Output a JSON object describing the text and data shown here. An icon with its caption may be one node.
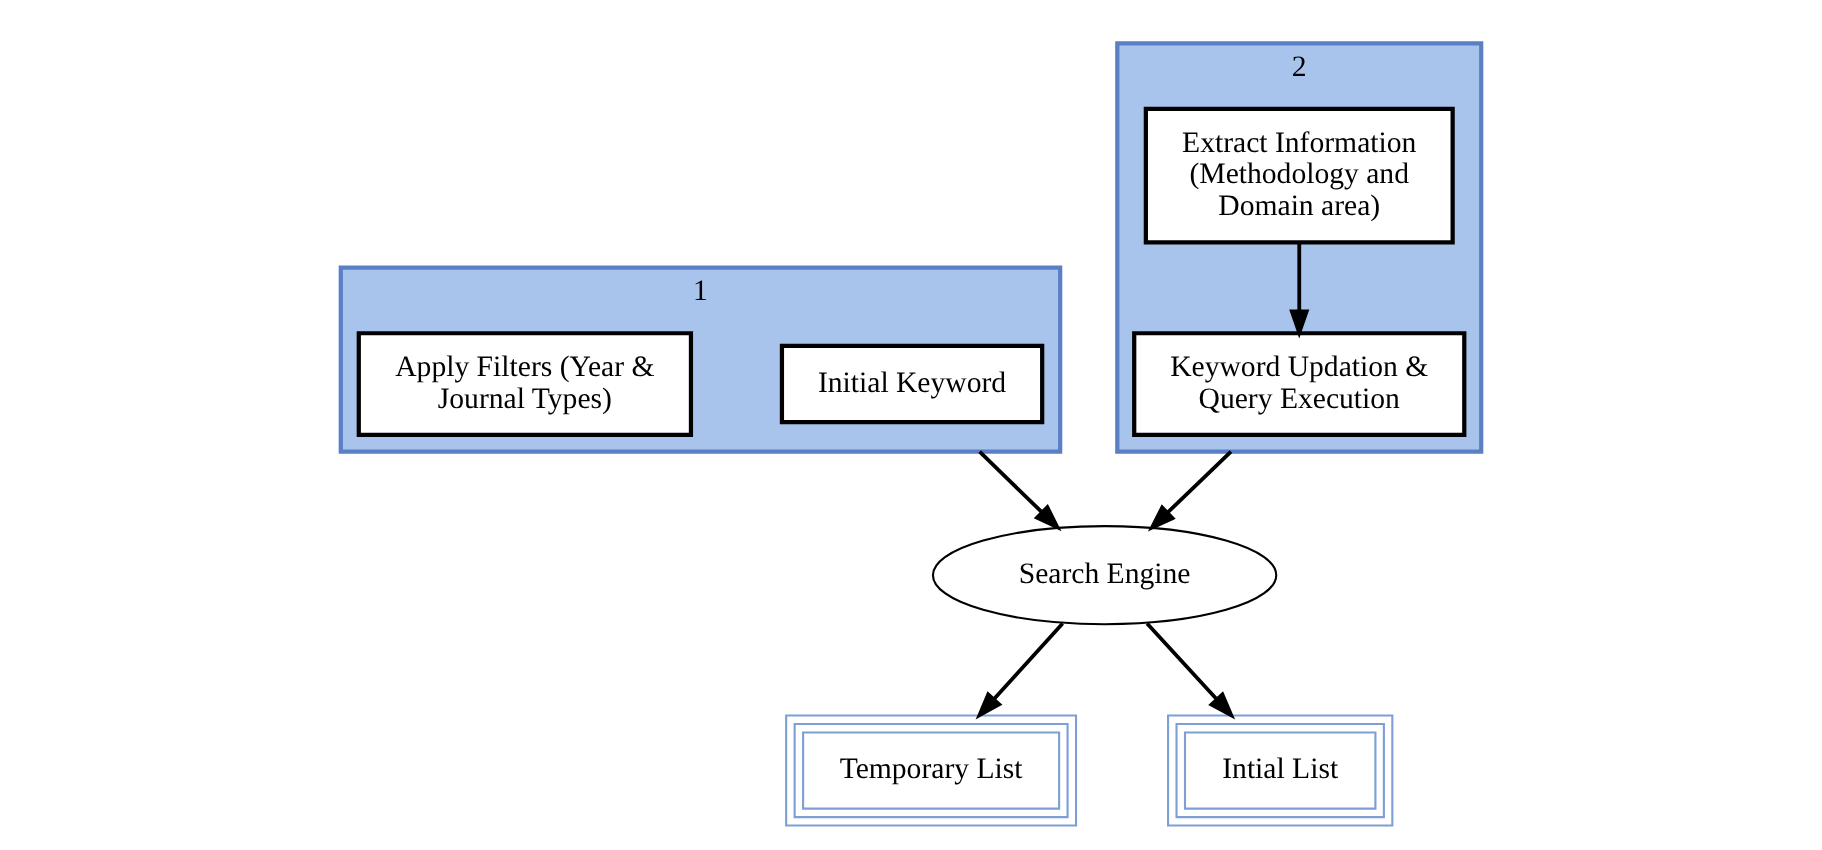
{
  "diagram": {
    "nodes": [
      {
        "text": [
          "2"
        ]
      },
      {
        "text": [
          "Keyword Updation & Query Execution"
        ],
        "in": 0
      },
      {
        "text": [
          "Extract Information (Methodology and Domain area)"
        ],
        "in": 0
      },
      {
        "text": [
          "1"
        ]
      },
      {
        "text": [
          "Initial Keyword"
        ],
        "in": 3
      },
      {
        "text": [
          "Apply Filters (Year & Journal Types)"
        ],
        "in": 3
      },
      {
        "text": [
          "Search Engine"
        ]
      },
      {
        "text": [
          "Temporary List"
        ]
      },
      {
        "text": [
          "Intial List"
        ]
      }
    ],
    "edges": [
      {
        "from": 2,
        "to": 1,
        "arrow": "to"
      },
      {
        "from": 0,
        "to": 6,
        "arrow": "to"
      },
      {
        "from": 3,
        "to": 6,
        "arrow": "to"
      },
      {
        "from": 6,
        "to": 7,
        "arrow": "to"
      },
      {
        "from": 6,
        "to": 8,
        "arrow": "to"
      }
    ]
  }
}
